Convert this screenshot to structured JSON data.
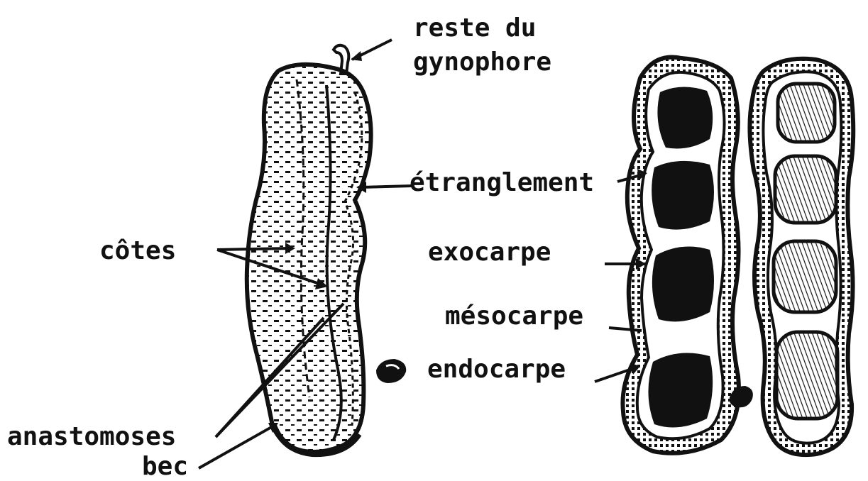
{
  "labels": {
    "reste": "reste du",
    "gynophore": "gynophore",
    "etranglement": "étranglement",
    "cotes": "côtes",
    "exocarpe": "exocarpe",
    "mesocarpe": "mésocarpe",
    "endocarpe": "endocarpe",
    "anastomoses": "anastomoses",
    "bec": "bec"
  },
  "colors": {
    "ink": "#111111",
    "paper": "#ffffff"
  }
}
